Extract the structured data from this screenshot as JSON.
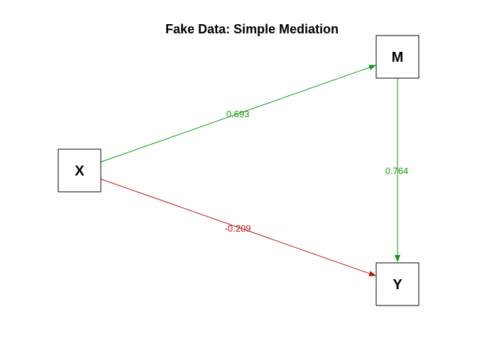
{
  "title": "Fake Data:  Simple Mediation",
  "nodes": {
    "x": "X",
    "m": "M",
    "y": "Y"
  },
  "edges": {
    "x_to_m": {
      "label": "0.693",
      "color": "#119911"
    },
    "m_to_y": {
      "label": "0.764",
      "color": "#119911"
    },
    "x_to_y": {
      "label": "-0.209",
      "color": "#bb1111"
    }
  },
  "colors": {
    "positive": "#119911",
    "negative": "#bb1111"
  }
}
